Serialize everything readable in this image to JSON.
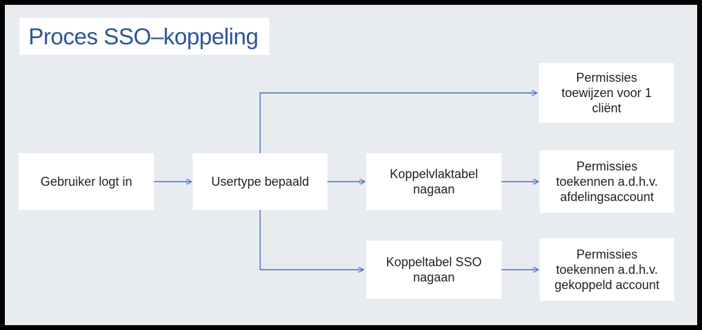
{
  "title": "Proces SSO–koppeling",
  "colors": {
    "background": "#e8ecf1",
    "box_fill": "#ffffff",
    "box_text": "#1f1f1f",
    "title_text": "#2b5597",
    "arrow": "#4472c4",
    "frame_border": "#000000"
  },
  "nodes": [
    {
      "id": "gebruiker-logt-in",
      "label": "Gebruiker logt in",
      "lines": [
        "Gebruiker logt in"
      ]
    },
    {
      "id": "usertype-bepaald",
      "label": "Usertype bepaald",
      "lines": [
        "Usertype bepaald"
      ]
    },
    {
      "id": "koppelvlaktabel-nagaan",
      "label": "Koppelvlaktabel nagaan",
      "lines": [
        "Koppelvlaktabel",
        "nagaan"
      ]
    },
    {
      "id": "permissies-1-client",
      "label": "Permissies toewijzen voor 1 cliënt",
      "lines": [
        "Permissies",
        "toewijzen voor 1",
        "cliënt"
      ]
    },
    {
      "id": "permissies-afdelingsaccount",
      "label": "Permissies toekennen a.d.h.v. afdelingsaccount",
      "lines": [
        "Permissies",
        "toekennen a.d.h.v.",
        "afdelingsaccount"
      ]
    },
    {
      "id": "koppeltabel-sso-nagaan",
      "label": "Koppeltabel SSO nagaan",
      "lines": [
        "Koppeltabel SSO",
        "nagaan"
      ]
    },
    {
      "id": "permissies-gekoppeld-account",
      "label": "Permissies toekennen a.d.h.v. gekoppeld account",
      "lines": [
        "Permissies",
        "toekennen a.d.h.v.",
        "gekoppeld account"
      ]
    }
  ],
  "edges": [
    {
      "from": "gebruiker-logt-in",
      "to": "usertype-bepaald"
    },
    {
      "from": "usertype-bepaald",
      "to": "permissies-1-client"
    },
    {
      "from": "usertype-bepaald",
      "to": "koppelvlaktabel-nagaan"
    },
    {
      "from": "usertype-bepaald",
      "to": "koppeltabel-sso-nagaan"
    },
    {
      "from": "koppelvlaktabel-nagaan",
      "to": "permissies-afdelingsaccount"
    },
    {
      "from": "koppeltabel-sso-nagaan",
      "to": "permissies-gekoppeld-account"
    }
  ]
}
